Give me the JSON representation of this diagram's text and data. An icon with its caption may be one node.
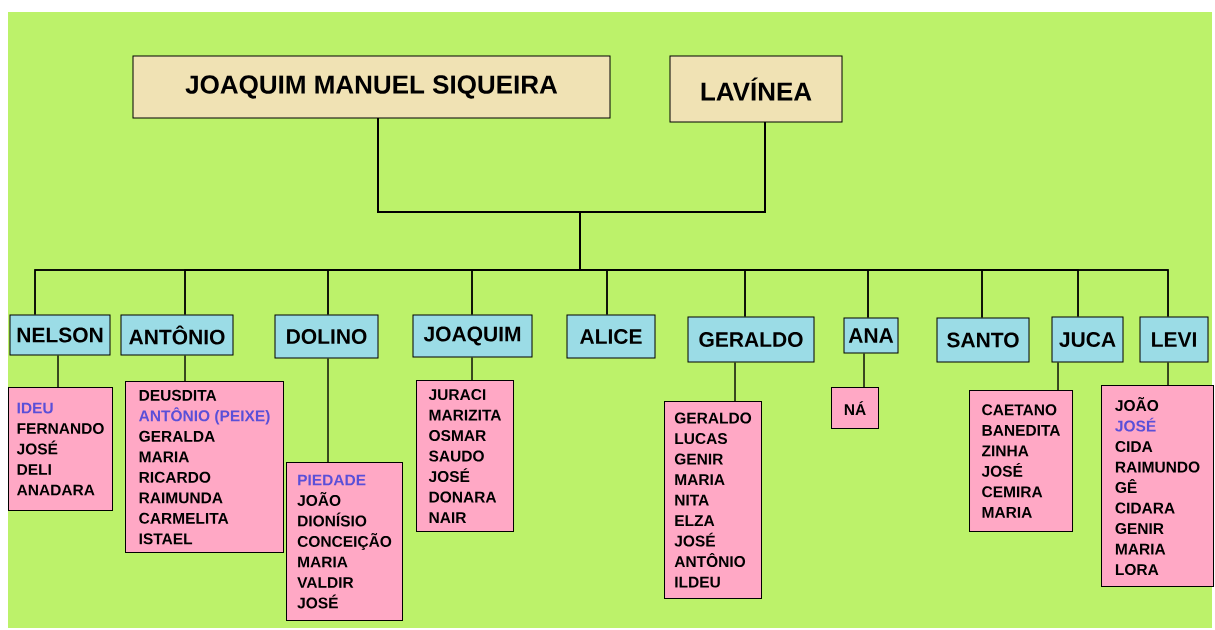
{
  "diagram": {
    "nodes": [
      {
        "text": [
          "JOAQUIM   MANUEL SIQUEIRA"
        ]
      },
      {
        "text": [
          "LAVÍNEA"
        ]
      },
      {
        "text": [
          "NELSON"
        ]
      },
      {
        "text": [
          "ANTÔNIO"
        ]
      },
      {
        "text": [
          "DOLINO"
        ]
      },
      {
        "text": [
          "JOAQUIM"
        ]
      },
      {
        "text": [
          "ALICE"
        ]
      },
      {
        "text": [
          "GERALDO"
        ]
      },
      {
        "text": [
          "ANA"
        ]
      },
      {
        "text": [
          "SANTO"
        ]
      },
      {
        "text": [
          "JUCA"
        ]
      },
      {
        "text": [
          "LEVI"
        ]
      },
      {
        "text": [
          "IDEU",
          "FERNANDO",
          "JOSÉ",
          "DELI",
          "ANADARA"
        ]
      },
      {
        "text": [
          "DEUSDITA",
          "ANTÔNIO (PEIXE)",
          "GERALDA",
          "MARIA",
          "RICARDO",
          "RAIMUNDA",
          "CARMELITA",
          "ISTAEL"
        ]
      },
      {
        "text": [
          "PIEDADE",
          "JOÃO",
          "DIONÍSIO",
          "CONCEIÇÃO",
          "MARIA",
          "VALDIR",
          "JOSÉ"
        ]
      },
      {
        "text": [
          "JURACI",
          "MARIZITA",
          "OSMAR",
          "SAUDO",
          "JOSÉ",
          "DONARA",
          "NAIR"
        ]
      },
      {
        "text": [
          "GERALDO",
          "LUCAS",
          "GENIR",
          "MARIA",
          "NITA",
          "ELZA",
          "JOSÉ",
          "ANTÔNIO",
          "ILDEU"
        ]
      },
      {
        "text": [
          "NÁ"
        ]
      },
      {
        "text": [
          "CAETANO",
          "BANEDITA",
          "ZINHA",
          "JOSÉ",
          "CEMIRA",
          "MARIA"
        ]
      },
      {
        "text": [
          "JOÃO",
          "JOSÉ",
          "CIDA",
          "RAIMUNDO",
          "GÊ",
          "CIDARA",
          "GENIR",
          "MARIA",
          "LORA"
        ]
      }
    ],
    "edges": [
      {
        "from": 0,
        "to": 2,
        "arrow": "none"
      },
      {
        "from": 0,
        "to": 3,
        "arrow": "none"
      },
      {
        "from": 0,
        "to": 4,
        "arrow": "none"
      },
      {
        "from": 0,
        "to": 5,
        "arrow": "none"
      },
      {
        "from": 0,
        "to": 6,
        "arrow": "none"
      },
      {
        "from": 0,
        "to": 7,
        "arrow": "none"
      },
      {
        "from": 0,
        "to": 8,
        "arrow": "none"
      },
      {
        "from": 0,
        "to": 9,
        "arrow": "none"
      },
      {
        "from": 0,
        "to": 10,
        "arrow": "none"
      },
      {
        "from": 0,
        "to": 11,
        "arrow": "none"
      },
      {
        "from": 1,
        "to": 2,
        "arrow": "none"
      },
      {
        "from": 1,
        "to": 3,
        "arrow": "none"
      },
      {
        "from": 1,
        "to": 4,
        "arrow": "none"
      },
      {
        "from": 1,
        "to": 5,
        "arrow": "none"
      },
      {
        "from": 1,
        "to": 6,
        "arrow": "none"
      },
      {
        "from": 1,
        "to": 7,
        "arrow": "none"
      },
      {
        "from": 1,
        "to": 8,
        "arrow": "none"
      },
      {
        "from": 1,
        "to": 9,
        "arrow": "none"
      },
      {
        "from": 1,
        "to": 10,
        "arrow": "none"
      },
      {
        "from": 1,
        "to": 11,
        "arrow": "none"
      },
      {
        "from": 2,
        "to": 12,
        "arrow": "none"
      },
      {
        "from": 3,
        "to": 13,
        "arrow": "none"
      },
      {
        "from": 4,
        "to": 14,
        "arrow": "none"
      },
      {
        "from": 5,
        "to": 15,
        "arrow": "none"
      },
      {
        "from": 7,
        "to": 16,
        "arrow": "none"
      },
      {
        "from": 8,
        "to": 17,
        "arrow": "none"
      },
      {
        "from": 10,
        "to": 18,
        "arrow": "none"
      },
      {
        "from": 11,
        "to": 19,
        "arrow": "none"
      }
    ]
  }
}
